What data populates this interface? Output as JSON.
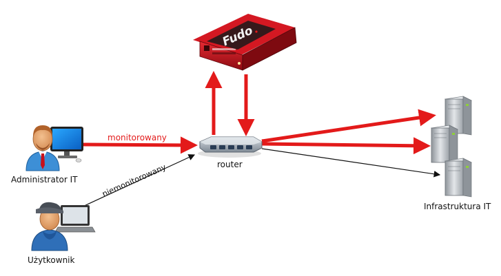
{
  "labels": {
    "monitored": "monitorowany",
    "unmonitored": "niemonitorowany",
    "router": "router",
    "admin": "Administrator IT",
    "user": "Użytkownik",
    "infrastructure": "Infrastruktura IT"
  },
  "appliance": {
    "brand": "Fudo"
  },
  "colors": {
    "monitored_flow": "#e31a1a",
    "unmonitored_flow": "#000000",
    "appliance_body": "#c8101c",
    "router_body": "#9aa4ae",
    "server_body": "#b7bcc1"
  }
}
